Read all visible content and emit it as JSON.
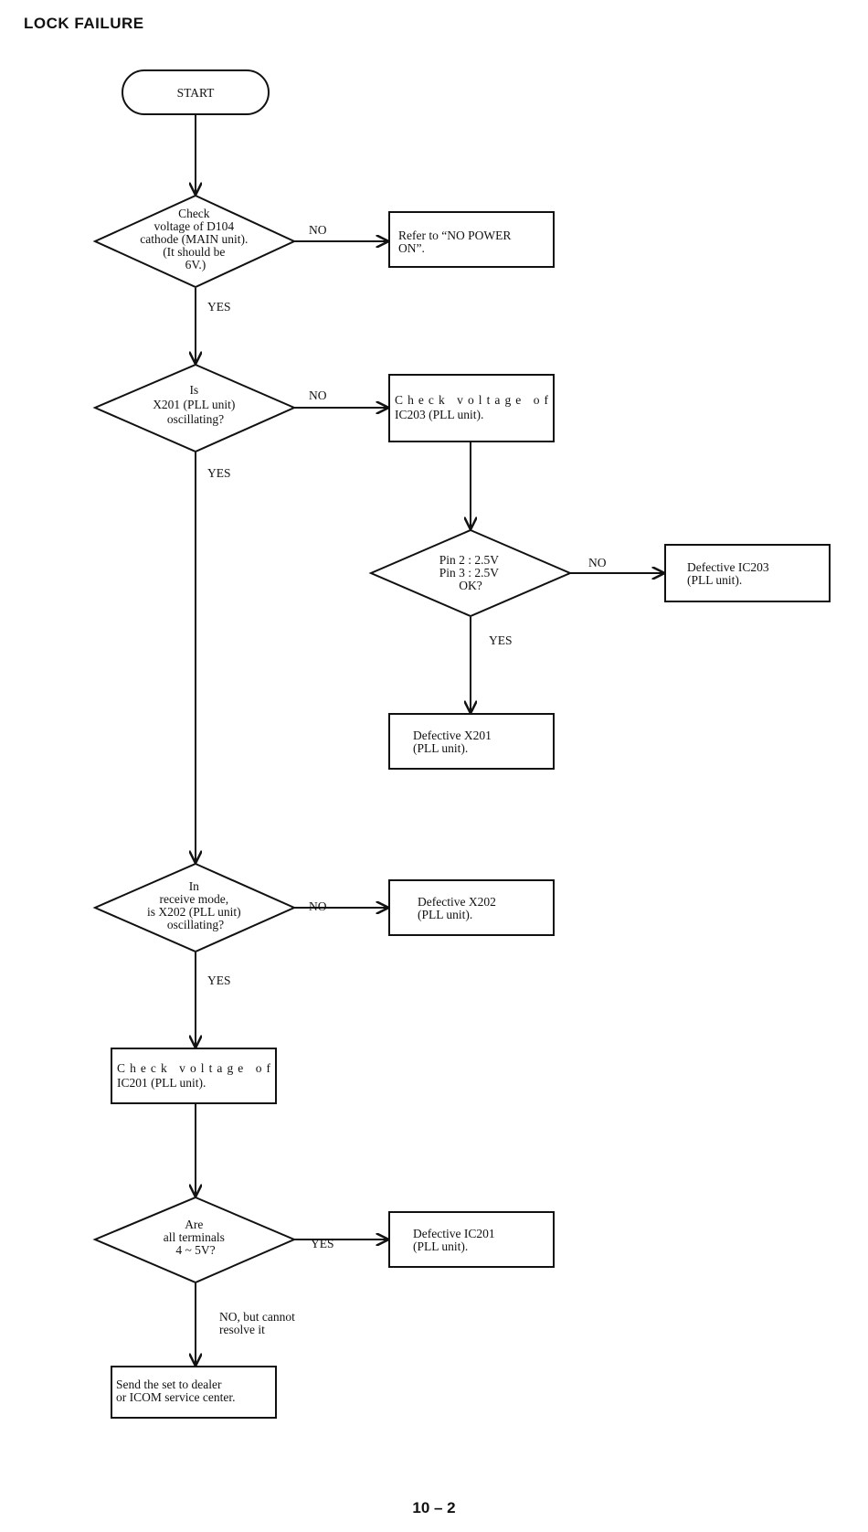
{
  "title": "LOCK FAILURE",
  "page_number": "10 – 2",
  "nodes": {
    "start": "START",
    "d1": [
      "Check",
      "voltage of D104",
      "cathode (MAIN unit).",
      "(It should be",
      "6V.)"
    ],
    "p1": [
      "Refer to “NO POWER",
      "ON”."
    ],
    "d2": [
      "Is",
      "X201 (PLL unit)",
      "oscillating?"
    ],
    "p2": [
      "Check voltage of",
      "IC203 (PLL unit)."
    ],
    "d3": [
      "Pin 2 :  2.5V",
      "Pin 3 :  2.5V",
      "OK?"
    ],
    "p3": [
      "Defective IC203",
      "(PLL unit)."
    ],
    "p4": [
      "Defective X201",
      "(PLL unit)."
    ],
    "d4": [
      "In",
      "receive mode,",
      "is X202 (PLL unit)",
      "oscillating?"
    ],
    "p5": [
      "Defective X202",
      "(PLL unit)."
    ],
    "p6": [
      "Check voltage of",
      "IC201 (PLL unit)."
    ],
    "d5": [
      "Are",
      "all terminals",
      "4 ~ 5V?"
    ],
    "p7": [
      "Defective IC201",
      "(PLL unit)."
    ],
    "p8": [
      "Send the set to dealer",
      "or ICOM service center."
    ]
  },
  "edge_labels": {
    "d1_no": "NO",
    "d1_yes": "YES",
    "d2_no": "NO",
    "d2_yes": "YES",
    "d3_no": "NO",
    "d3_yes": "YES",
    "d4_no": "NO",
    "d4_yes": "YES",
    "d5_yes": "YES",
    "d5_no": [
      "NO, but cannot",
      "resolve it"
    ]
  }
}
